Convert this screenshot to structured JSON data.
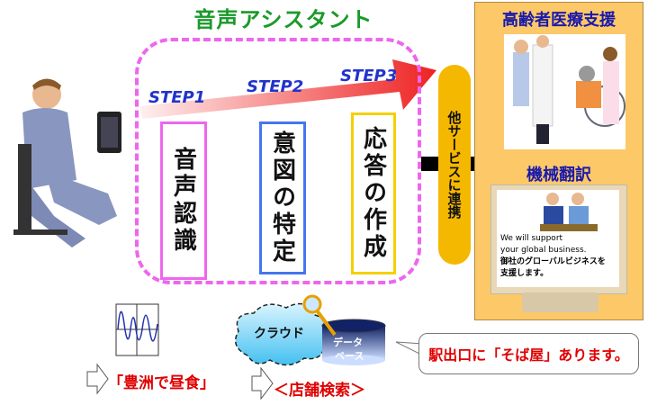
{
  "title": "音声アシスタント",
  "steps": [
    {
      "label": "STEP1",
      "box": "音声認識",
      "color": "#ee66ee"
    },
    {
      "label": "STEP2",
      "box": "意図の特定",
      "color": "#4477ee"
    },
    {
      "label": "STEP3",
      "box": "応答の作成",
      "color": "#f5d000"
    }
  ],
  "link_services": "他サービスに連携",
  "services": {
    "elderly_care": "高齢者医療支援",
    "translation": "機械翻訳",
    "screen_en_1": "We will support",
    "screen_en_2": "your global business.",
    "screen_ja_1": "御社のグローバルビジネスを",
    "screen_ja_2": "支援します。"
  },
  "bottom": {
    "speech_text": "「豊洲で昼食」",
    "cloud_label": "クラウド",
    "db_line1": "データ",
    "db_line2": "ベース",
    "search_text": "＜店舗検索＞",
    "response": "駅出口に「そば屋」あります。"
  }
}
